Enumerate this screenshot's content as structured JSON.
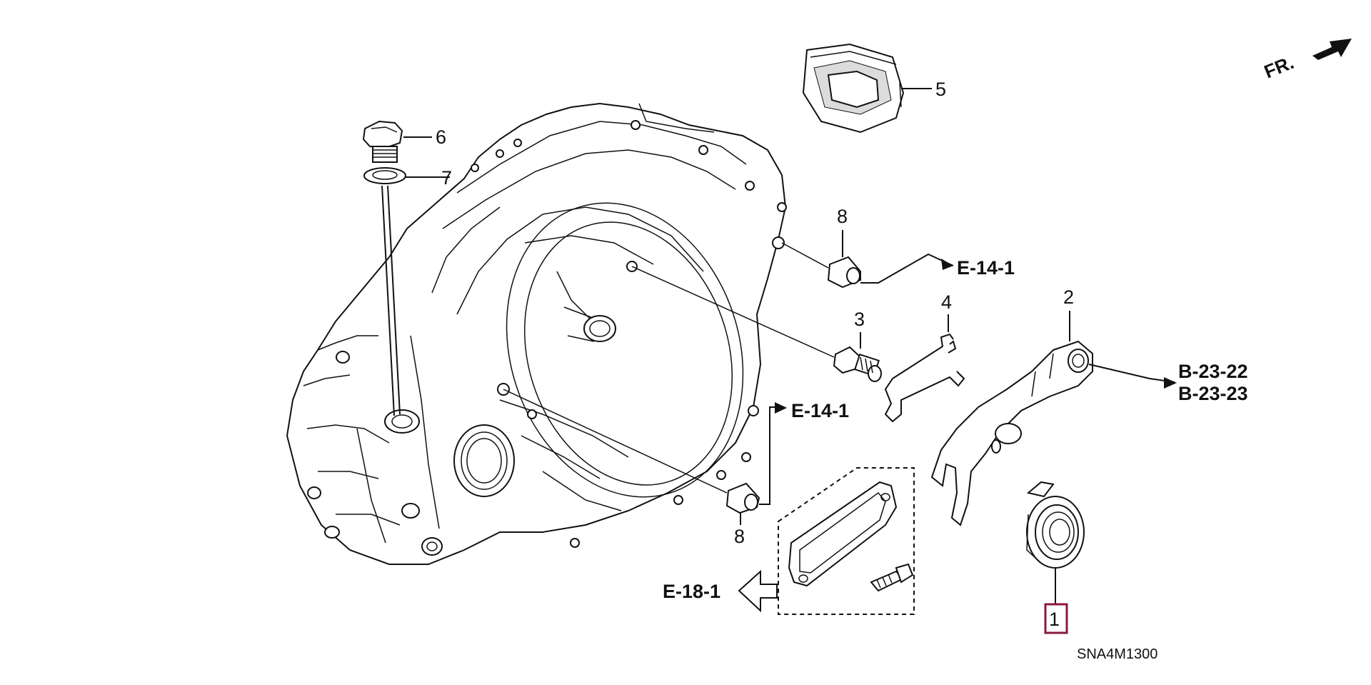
{
  "part_labels": [
    {
      "id": "1",
      "text": "1"
    },
    {
      "id": "2",
      "text": "2"
    },
    {
      "id": "3",
      "text": "3"
    },
    {
      "id": "4",
      "text": "4"
    },
    {
      "id": "5",
      "text": "5"
    },
    {
      "id": "6",
      "text": "6"
    },
    {
      "id": "7",
      "text": "7"
    },
    {
      "id": "8a",
      "text": "8"
    },
    {
      "id": "8b",
      "text": "8"
    }
  ],
  "references": {
    "e14_1_top": "E-14-1",
    "e14_1_mid": "E-14-1",
    "b23_22": "B-23-22",
    "b23_23": "B-23-23",
    "e18_1": "E-18-1"
  },
  "front_indicator": "FR.",
  "diagram_code": "SNA4M1300",
  "colors": {
    "line": "#111111",
    "highlight": "#8b1a3a",
    "background": "#ffffff"
  }
}
